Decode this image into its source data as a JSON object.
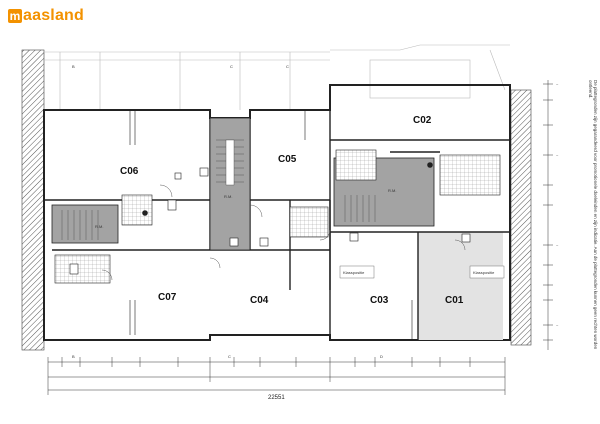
{
  "brand": {
    "logo_mark": "m",
    "logo_text": "aasland",
    "color": "#f39200"
  },
  "units": [
    {
      "id": "c06",
      "label": "C06"
    },
    {
      "id": "c05",
      "label": "C05"
    },
    {
      "id": "c02",
      "label": "C02"
    },
    {
      "id": "c07",
      "label": "C07"
    },
    {
      "id": "c04",
      "label": "C04"
    },
    {
      "id": "c03",
      "label": "C03"
    },
    {
      "id": "c01",
      "label": "C01"
    }
  ],
  "stair_labels": [
    "R.M.",
    "R.M.",
    "R.M."
  ],
  "storage_labels": [
    "Klasspositie",
    "Klasspositie"
  ],
  "dimensions": {
    "total": "22551"
  },
  "disclaimer": "De plattegronden zijn gegarandeerd voor promotionele doeleinden en zijn indicatie. Aan de plattegronden kunnen geen rechten worden ontleend.",
  "colors": {
    "wall": "#9a9a9a",
    "stair_fill": "#a3a3a3",
    "c01_fill": "#e3e3e3",
    "line": "#222222"
  }
}
